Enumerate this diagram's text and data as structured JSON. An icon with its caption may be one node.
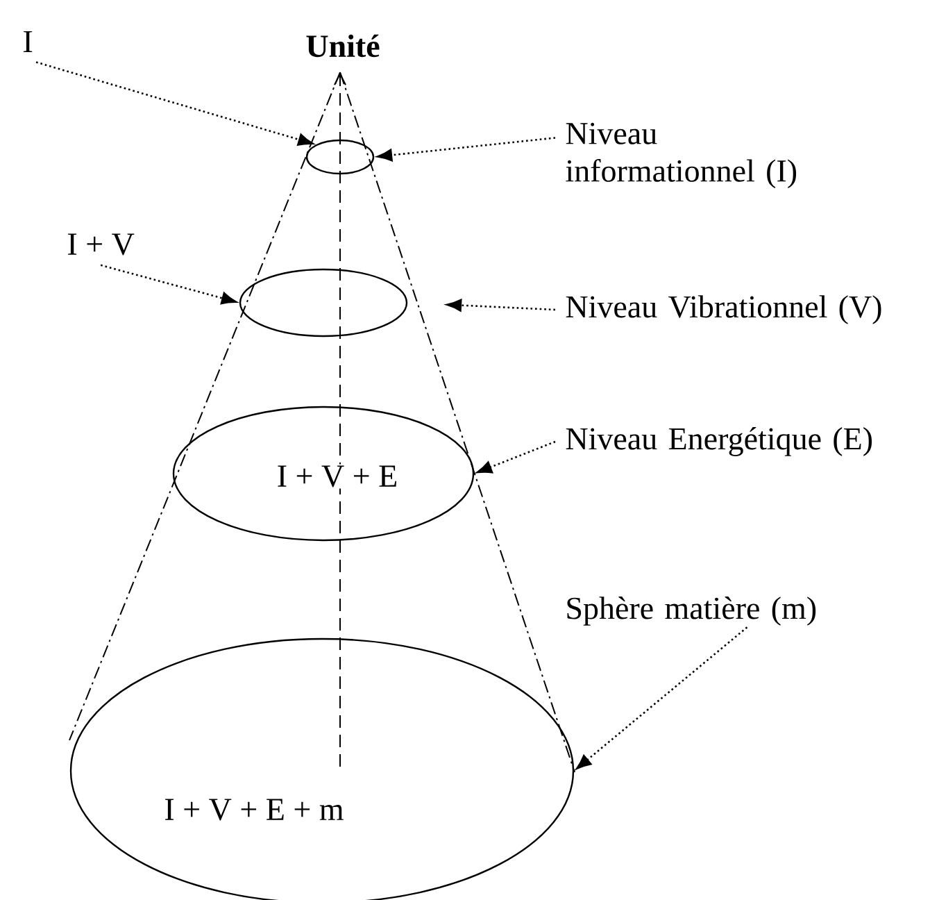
{
  "diagram": {
    "title": "Unité",
    "nodes": [
      {
        "text": [
          "I"
        ]
      },
      {
        "text": [],
        "shape": "ellipse"
      },
      {
        "text": [
          "Niveau informationnel (I)"
        ]
      },
      {
        "text": [
          "I + V"
        ]
      },
      {
        "text": [],
        "shape": "ellipse"
      },
      {
        "text": [
          "Niveau Vibrationnel (V)"
        ]
      },
      {
        "text": [
          "I + V + E"
        ]
      },
      {
        "text": [
          "Niveau Energétique (E)"
        ]
      },
      {
        "text": [
          "Sphère matière (m)"
        ]
      },
      {
        "text": [
          "I + V + E + m"
        ]
      }
    ],
    "edges": [
      {
        "from": 0,
        "to": 1,
        "arrow": "to"
      },
      {
        "from": 2,
        "to": 1,
        "arrow": "to"
      },
      {
        "from": 3,
        "to": 4,
        "arrow": "to"
      },
      {
        "from": 5,
        "to": 4,
        "arrow": "to"
      },
      {
        "from": 7,
        "to": 6,
        "arrow": "to"
      },
      {
        "from": 8,
        "to": 9,
        "arrow": "to"
      }
    ]
  }
}
